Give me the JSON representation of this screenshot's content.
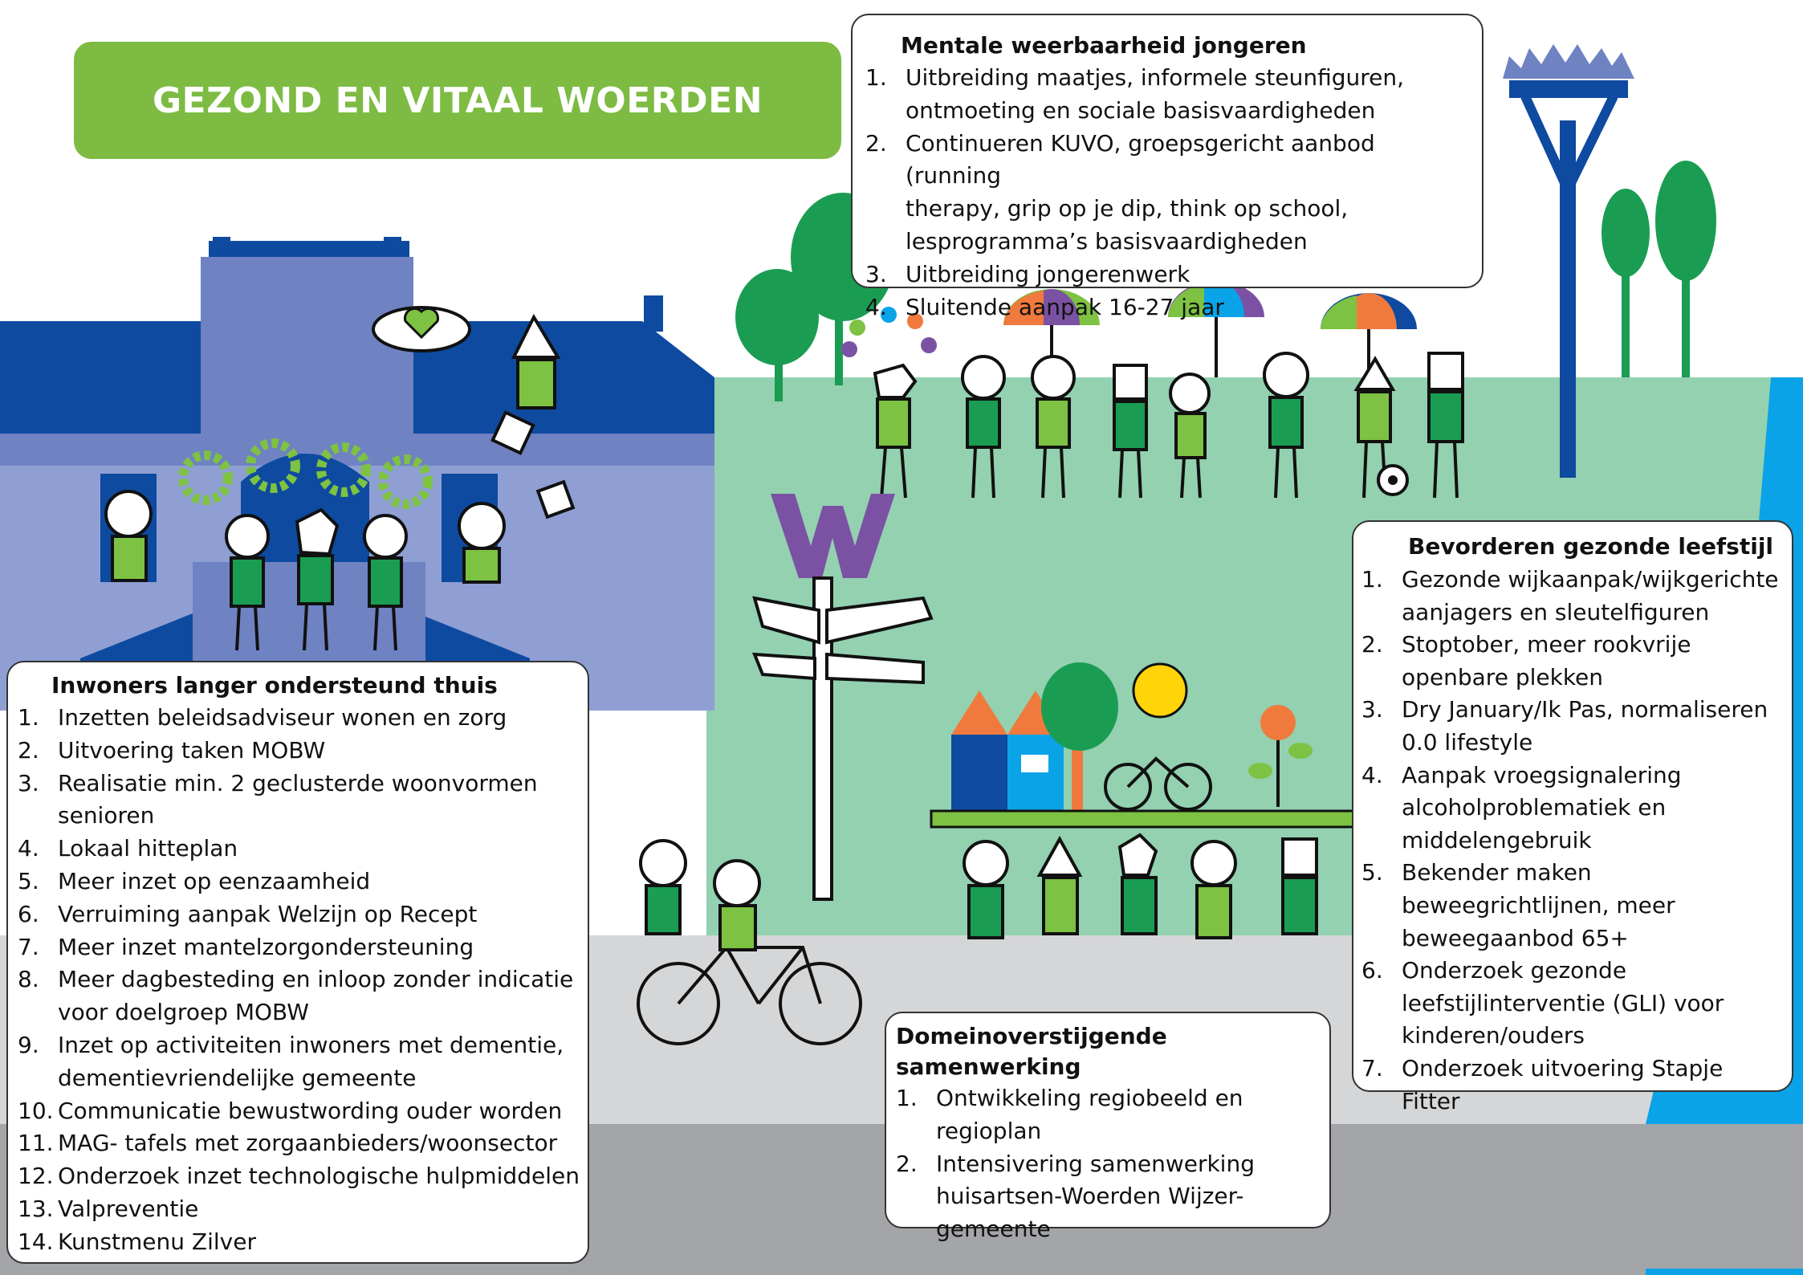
{
  "title": "GEZOND EN VITAAL WOERDEN",
  "colors": {
    "title_green": "#7dbb42",
    "building_dark_blue": "#0e4aa0",
    "building_light_blue": "#8f9fd3",
    "meadow_green": "#93d1b0",
    "tree_green": "#1a9d52",
    "person_green": "#1a9d52",
    "person_light_green": "#7dc242",
    "road_light_gray": "#d5d6d8",
    "road_dark_gray": "#a3a5a8",
    "water_blue": "#0aa3e8",
    "sign_purple": "#7b52a3",
    "sun_yellow": "#ffd50a",
    "roof_orange": "#f07a3d"
  },
  "icons": [
    "heart-speech-bubble-icon",
    "gear-icon",
    "puzzle-piece-icon",
    "letter-w-icon",
    "signpost-icon",
    "bicycle-icon",
    "sun-icon",
    "flower-icon",
    "tree-icon",
    "house-icon",
    "umbrella-icon",
    "football-icon",
    "juggling-balls-icon",
    "stork-nest-pole-icon"
  ],
  "sections": {
    "mentale": {
      "heading": "Mentale weerbaarheid jongeren",
      "items": [
        {
          "num": "1.",
          "lines": [
            "Uitbreiding maatjes, informele steunfiguren,",
            "ontmoeting en sociale basisvaardigheden"
          ]
        },
        {
          "num": "2.",
          "lines": [
            "Continueren KUVO, groepsgericht aanbod (running",
            "therapy, grip op je dip, think op school,",
            "lesprogramma’s basisvaardigheden"
          ]
        },
        {
          "num": "3.",
          "lines": [
            "Uitbreiding jongerenwerk"
          ]
        },
        {
          "num": "4.",
          "lines": [
            "Sluitende aanpak 16-27 jaar"
          ]
        }
      ]
    },
    "leefstijl": {
      "heading": "Bevorderen gezonde leefstijl",
      "items": [
        {
          "num": "1.",
          "lines": [
            "Gezonde wijkaanpak/wijkgerichte",
            "aanjagers en sleutelfiguren"
          ]
        },
        {
          "num": "2.",
          "lines": [
            "Stoptober, meer rookvrije",
            "openbare plekken"
          ]
        },
        {
          "num": "3.",
          "lines": [
            "Dry January/Ik Pas, normaliseren",
            "0.0 lifestyle"
          ]
        },
        {
          "num": "4.",
          "lines": [
            "Aanpak vroegsignalering",
            "alcoholproblematiek en",
            "middelengebruik"
          ]
        },
        {
          "num": "5.",
          "lines": [
            "Bekender maken",
            "beweegrichtlijnen, meer",
            "beweegaanbod 65+"
          ]
        },
        {
          "num": "6.",
          "lines": [
            "Onderzoek gezonde",
            "leefstijlinterventie (GLI) voor",
            "kinderen/ouders"
          ]
        },
        {
          "num": "7.",
          "lines": [
            "Onderzoek uitvoering Stapje Fitter"
          ]
        }
      ]
    },
    "thuis": {
      "heading": "Inwoners langer ondersteund thuis",
      "items": [
        {
          "num": "1.",
          "lines": [
            "Inzetten beleidsadviseur wonen en zorg"
          ]
        },
        {
          "num": "2.",
          "lines": [
            "Uitvoering taken MOBW"
          ]
        },
        {
          "num": "3.",
          "lines": [
            "Realisatie min. 2 geclusterde woonvormen",
            "senioren"
          ]
        },
        {
          "num": "4.",
          "lines": [
            "Lokaal hitteplan"
          ]
        },
        {
          "num": "5.",
          "lines": [
            "Meer inzet op eenzaamheid"
          ]
        },
        {
          "num": "6.",
          "lines": [
            "Verruiming aanpak Welzijn op Recept"
          ]
        },
        {
          "num": "7.",
          "lines": [
            "Meer inzet mantelzorgondersteuning"
          ]
        },
        {
          "num": "8.",
          "lines": [
            "Meer dagbesteding en inloop zonder indicatie",
            "voor doelgroep MOBW"
          ]
        },
        {
          "num": "9.",
          "lines": [
            "Inzet op activiteiten inwoners met dementie,",
            "dementievriendelijke gemeente"
          ]
        },
        {
          "num": "10.",
          "lines": [
            "Communicatie bewustwording ouder worden"
          ]
        },
        {
          "num": "11.",
          "lines": [
            "MAG- tafels met zorgaanbieders/woonsector"
          ]
        },
        {
          "num": "12.",
          "lines": [
            "Onderzoek inzet technologische hulpmiddelen"
          ]
        },
        {
          "num": "13.",
          "lines": [
            "Valpreventie"
          ]
        },
        {
          "num": "14.",
          "lines": [
            "Kunstmenu Zilver"
          ]
        }
      ]
    },
    "domein": {
      "heading": "Domeinoverstijgende samenwerking",
      "items": [
        {
          "num": "1.",
          "lines": [
            "Ontwikkeling regiobeeld en",
            "regioplan"
          ]
        },
        {
          "num": "2.",
          "lines": [
            "Intensivering samenwerking",
            "huisartsen-Woerden Wijzer-",
            "gemeente"
          ]
        }
      ]
    }
  }
}
